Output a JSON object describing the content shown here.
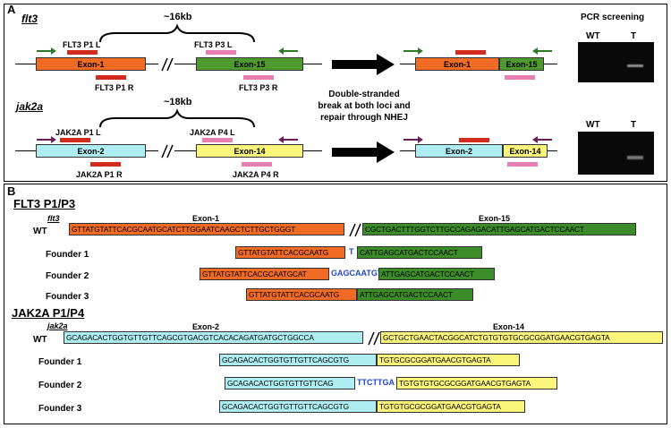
{
  "panel_a": {
    "label": "A",
    "pcr_screening": "PCR screening",
    "center_text": [
      "Double-stranded",
      "break at both loci and",
      "repair through NHEJ"
    ],
    "flt3": {
      "gene": "flt3",
      "distance": "~16kb",
      "exon1": "Exon-1",
      "exon15": "Exon-15",
      "p1l": "FLT3 P1 L",
      "p1r": "FLT3 P1 R",
      "p3l": "FLT3 P3 L",
      "p3r": "FLT3 P3 R",
      "wt": "WT",
      "t": "T",
      "colors": {
        "exon1": "#f26b24",
        "exon15": "#4f9a2e",
        "primer_l": "#d42b1f",
        "primer_r": "#e77fb3",
        "arrow": "#2f7a2a"
      }
    },
    "jak2a": {
      "gene": "jak2a",
      "distance": "~18kb",
      "exon2": "Exon-2",
      "exon14": "Exon-14",
      "p1l": "JAK2A P1 L",
      "p1r": "JAK2A P1 R",
      "p4l": "JAK2A P4 L",
      "p4r": "JAK2A P4 R",
      "wt": "WT",
      "t": "T",
      "colors": {
        "exon2": "#aeeef2",
        "exon14": "#fbf57c",
        "arrow": "#6b1f5a"
      }
    }
  },
  "panel_b": {
    "label": "B",
    "flt3": {
      "heading": "FLT3  P1/P3",
      "gene": "flt3",
      "exon_left": "Exon-1",
      "exon_right": "Exon-15",
      "rows": [
        {
          "label": "WT",
          "left": "GTTATGTATTCACGCAATGCATCTTGGAATCAAGCTCTTGCTGGGT",
          "right": "CGCTGACTTTGGTCTTGCCAGAGACATTGAGCATGACTCCAACT",
          "ins": ""
        },
        {
          "label": "Founder 1",
          "left": "GTTATGTATTCACGCAATG",
          "right": "CATTGAGCATGACTCCAACT",
          "ins": "T"
        },
        {
          "label": "Founder 2",
          "left": "GTTATGTATTCACGCAATGCAT",
          "right": "ATTGAGCATGACTCCAACT",
          "ins": "GAGCAATGT"
        },
        {
          "label": "Founder 3",
          "left": "GTTATGTATTCACGCAATG",
          "right": "ATTGAGCATGACTCCAACT",
          "ins": ""
        }
      ]
    },
    "jak2a": {
      "heading": "JAK2A P1/P4",
      "gene": "jak2a",
      "exon_left": "Exon-2",
      "exon_right": "Exon-14",
      "rows": [
        {
          "label": "WT",
          "left": "GCAGACACTGGTGTTGTTCAGCGTGACGTCACACAGATGATGCTGGCCA",
          "right": "GCTGCTGAACTACGGCATCTGTGTGTGCGCGGATGAACGTGAGTA",
          "ins": ""
        },
        {
          "label": "Founder 1",
          "left": "GCAGACACTGGTGTTGTTCAGCGTG",
          "right": "TGTGCGCGGATGAACGTGAGTA",
          "ins": ""
        },
        {
          "label": "Founder 2",
          "left": "GCAGACACTGGTGTTGTTCAG",
          "right": "TGTGTGTGCGCGGATGAACGTGAGTA",
          "ins": "TTCTTGA"
        },
        {
          "label": "Founder 3",
          "left": "GCAGACACTGGTGTTGTTCAGCGTG",
          "right": "TGTGTGCGCGGATGAACGTGAGTA",
          "ins": ""
        }
      ]
    }
  }
}
